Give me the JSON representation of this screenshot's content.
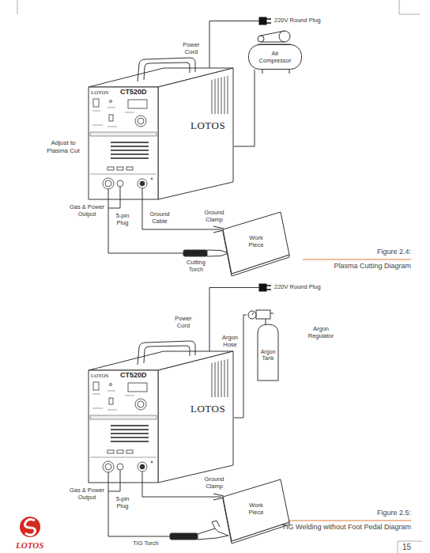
{
  "diagram": {
    "nodes": [
      {
        "text": [
          "LOTOS",
          "CT520D",
          "LOTOS"
        ]
      },
      {
        "text": [
          "Air Compressor"
        ]
      },
      {
        "text": [
          "Work Piece"
        ]
      },
      {
        "text": [
          "LOTOS",
          "CT520D",
          "LOTOS"
        ]
      },
      {
        "text": [
          "Argon Tank"
        ]
      },
      {
        "text": [
          "Work Piece"
        ]
      }
    ],
    "edges": [
      {
        "from": 0,
        "to": 1,
        "arrow": "none"
      },
      {
        "from": 0,
        "to": 2,
        "arrow": "none"
      },
      {
        "from": 0,
        "to": 2,
        "arrow": "none"
      },
      {
        "from": 3,
        "to": 4,
        "arrow": "none"
      },
      {
        "from": 3,
        "to": 5,
        "arrow": "none"
      },
      {
        "from": 3,
        "to": 5,
        "arrow": "none"
      }
    ],
    "labels": [
      "220V Round Plug",
      "Power Cord",
      "Adjust to Plasma Cut",
      "Gas & Power Output",
      "5-pin Plug",
      "Ground Cable",
      "Ground Clamp",
      "Cutting Torch",
      "Figure 2.4:",
      "Plasma Cutting Diagram",
      "220V Round Plug",
      "Power Cord",
      "Argon Regulator",
      "Argon Hose",
      "Gas & Power Output",
      "5-pin Plug",
      "Ground Clamp",
      "TIG Torch",
      "Figure 2.5:",
      "TIG Welding without Foot Pedal Diagram",
      "LOTOS",
      "15"
    ]
  }
}
